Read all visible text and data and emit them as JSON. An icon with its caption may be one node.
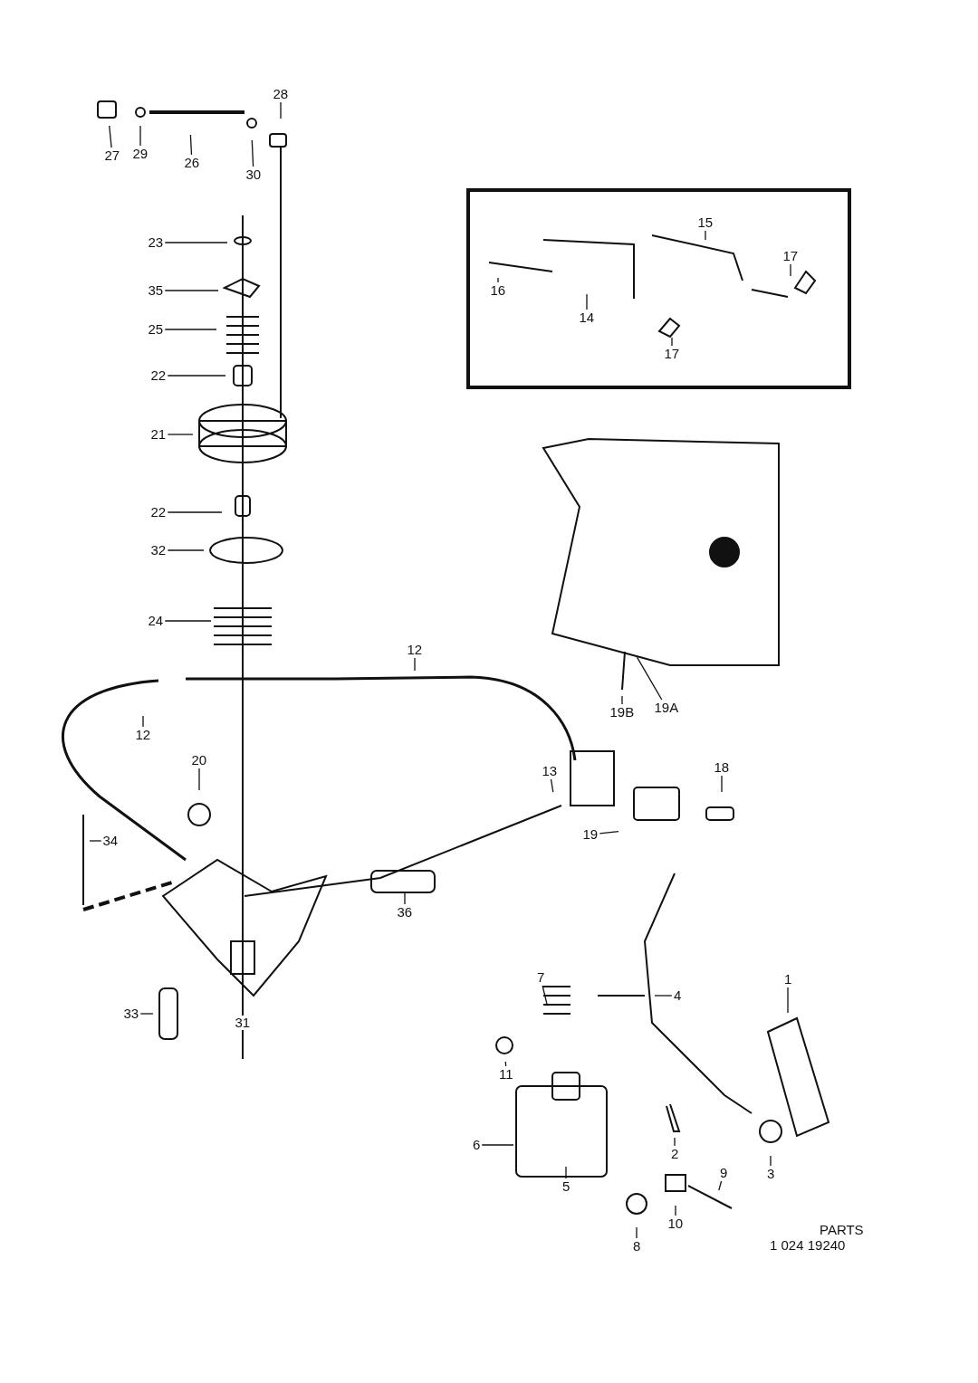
{
  "diagram": {
    "nodes": [
      {
        "text": [
          "27"
        ]
      },
      {
        "text": [
          "29"
        ]
      },
      {
        "text": [
          "26"
        ]
      },
      {
        "text": [
          "30"
        ]
      },
      {
        "text": [
          "28"
        ]
      },
      {
        "text": [
          "23"
        ]
      },
      {
        "text": [
          "35"
        ]
      },
      {
        "text": [
          "25"
        ]
      },
      {
        "text": [
          "22"
        ]
      },
      {
        "text": [
          "21"
        ]
      },
      {
        "text": [
          "22"
        ]
      },
      {
        "text": [
          "32"
        ]
      },
      {
        "text": [
          "24"
        ]
      },
      {
        "text": [],
        "shape": "box"
      },
      {
        "text": [
          "16"
        ],
        "in": 13
      },
      {
        "text": [
          "14"
        ],
        "in": 13
      },
      {
        "text": [
          "17"
        ],
        "in": 13
      },
      {
        "text": [
          "15"
        ],
        "in": 13
      },
      {
        "text": [
          "17"
        ],
        "in": 13
      },
      {
        "text": [
          "19A"
        ]
      },
      {
        "text": [
          "19B"
        ]
      },
      {
        "text": [
          "12"
        ]
      },
      {
        "text": [
          "12"
        ]
      },
      {
        "text": [
          "20"
        ]
      },
      {
        "text": [
          "13"
        ]
      },
      {
        "text": [
          "34"
        ]
      },
      {
        "text": [
          "19"
        ]
      },
      {
        "text": [
          "18"
        ]
      },
      {
        "text": [
          "36"
        ]
      },
      {
        "text": [
          "31"
        ]
      },
      {
        "text": [
          "33"
        ]
      },
      {
        "text": [
          "7"
        ]
      },
      {
        "text": [
          "4"
        ]
      },
      {
        "text": [
          "1"
        ]
      },
      {
        "text": [
          "11"
        ]
      },
      {
        "text": [
          "6"
        ]
      },
      {
        "text": [
          "5"
        ]
      },
      {
        "text": [
          "2"
        ]
      },
      {
        "text": [
          "3"
        ]
      },
      {
        "text": [
          "9"
        ]
      },
      {
        "text": [
          "10"
        ]
      },
      {
        "text": [
          "8"
        ]
      }
    ],
    "edges": [
      {
        "from": 0,
        "to": null,
        "arrow": "none"
      },
      {
        "from": 1,
        "to": null,
        "arrow": "none"
      },
      {
        "from": 2,
        "to": null,
        "arrow": "none"
      },
      {
        "from": 3,
        "to": null,
        "arrow": "none"
      },
      {
        "from": 4,
        "to": null,
        "arrow": "none"
      },
      {
        "from": 5,
        "to": null,
        "arrow": "none"
      },
      {
        "from": 6,
        "to": null,
        "arrow": "none"
      },
      {
        "from": 7,
        "to": null,
        "arrow": "none"
      },
      {
        "from": 8,
        "to": null,
        "arrow": "none"
      },
      {
        "from": 9,
        "to": null,
        "arrow": "none"
      },
      {
        "from": 10,
        "to": null,
        "arrow": "none"
      },
      {
        "from": 11,
        "to": null,
        "arrow": "none"
      },
      {
        "from": 12,
        "to": null,
        "arrow": "none"
      },
      {
        "from": 14,
        "to": null,
        "arrow": "none"
      },
      {
        "from": 15,
        "to": null,
        "arrow": "none"
      },
      {
        "from": 16,
        "to": null,
        "arrow": "none"
      },
      {
        "from": 17,
        "to": null,
        "arrow": "none"
      },
      {
        "from": 18,
        "to": null,
        "arrow": "none"
      },
      {
        "from": 19,
        "to": null,
        "arrow": "none"
      },
      {
        "from": 20,
        "to": null,
        "arrow": "none"
      },
      {
        "from": 21,
        "to": null,
        "arrow": "none"
      },
      {
        "from": 22,
        "to": null,
        "arrow": "none"
      },
      {
        "from": 23,
        "to": null,
        "arrow": "none"
      },
      {
        "from": 24,
        "to": null,
        "arrow": "none"
      },
      {
        "from": 25,
        "to": null,
        "arrow": "none"
      },
      {
        "from": 26,
        "to": null,
        "arrow": "none"
      },
      {
        "from": 27,
        "to": null,
        "arrow": "none"
      },
      {
        "from": 28,
        "to": null,
        "arrow": "none"
      },
      {
        "from": 29,
        "to": null,
        "arrow": "none"
      },
      {
        "from": 30,
        "to": null,
        "arrow": "none"
      },
      {
        "from": 31,
        "to": null,
        "arrow": "none"
      },
      {
        "from": 32,
        "to": null,
        "arrow": "none"
      },
      {
        "from": 33,
        "to": null,
        "arrow": "none"
      },
      {
        "from": 34,
        "to": null,
        "arrow": "none"
      },
      {
        "from": 35,
        "to": null,
        "arrow": "none"
      },
      {
        "from": 36,
        "to": null,
        "arrow": "none"
      },
      {
        "from": 37,
        "to": null,
        "arrow": "none"
      },
      {
        "from": 38,
        "to": null,
        "arrow": "none"
      },
      {
        "from": 39,
        "to": null,
        "arrow": "none"
      },
      {
        "from": 40,
        "to": null,
        "arrow": "none"
      },
      {
        "from": 41,
        "to": null,
        "arrow": "none"
      }
    ],
    "labels": [
      "PARTS",
      "1 024 19240"
    ]
  }
}
